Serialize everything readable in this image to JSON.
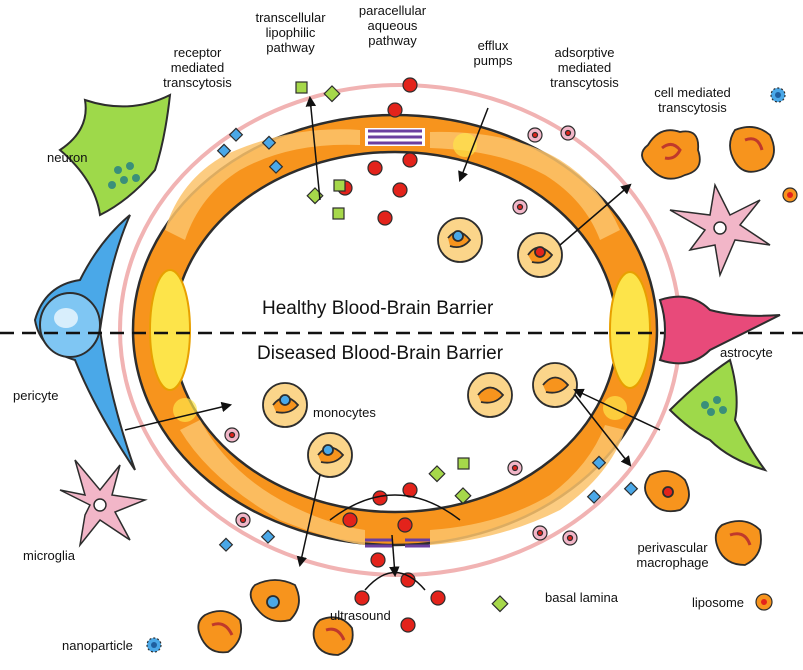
{
  "diagram": {
    "heading_top": "Healthy Blood-Brain Barrier",
    "heading_bottom": "Diseased Blood-Brain Barrier",
    "labels": {
      "transcellular": "transcellular\nlipophilic\npathway",
      "paracellular": "paracellular\naqueous\npathway",
      "receptor": "receptor\nmediated\ntranscytosis",
      "efflux": "efflux\npumps",
      "adsorptive": "adsorptive\nmediated\ntranscytosis",
      "cell_mediated": "cell mediated\ntranscytosis",
      "neuron": "neuron",
      "pericyte": "pericyte",
      "astrocyte": "astrocyte",
      "monocytes": "monocytes",
      "microglia": "microglia",
      "perivascular": "perivascular\nmacrophage",
      "basal_lamina": "basal lamina",
      "ultrasound": "ultrasound",
      "liposome": "liposome",
      "nanoparticle": "nanoparticle"
    },
    "colors": {
      "endothelium": "#f7941d",
      "endothelium_light": "#fbc36b",
      "nucleus": "#fde44a",
      "lamina": "#f1b3b3",
      "red_sphere": "#e3231b",
      "green_square": "#a6d84a",
      "neuron": "#9ed94a",
      "pericyte": "#4aa8e8",
      "astrocyte": "#e84a7a",
      "microglia": "#f2b6c8",
      "macrophage": "#f7941d",
      "junction": "#6b3fa0"
    }
  }
}
